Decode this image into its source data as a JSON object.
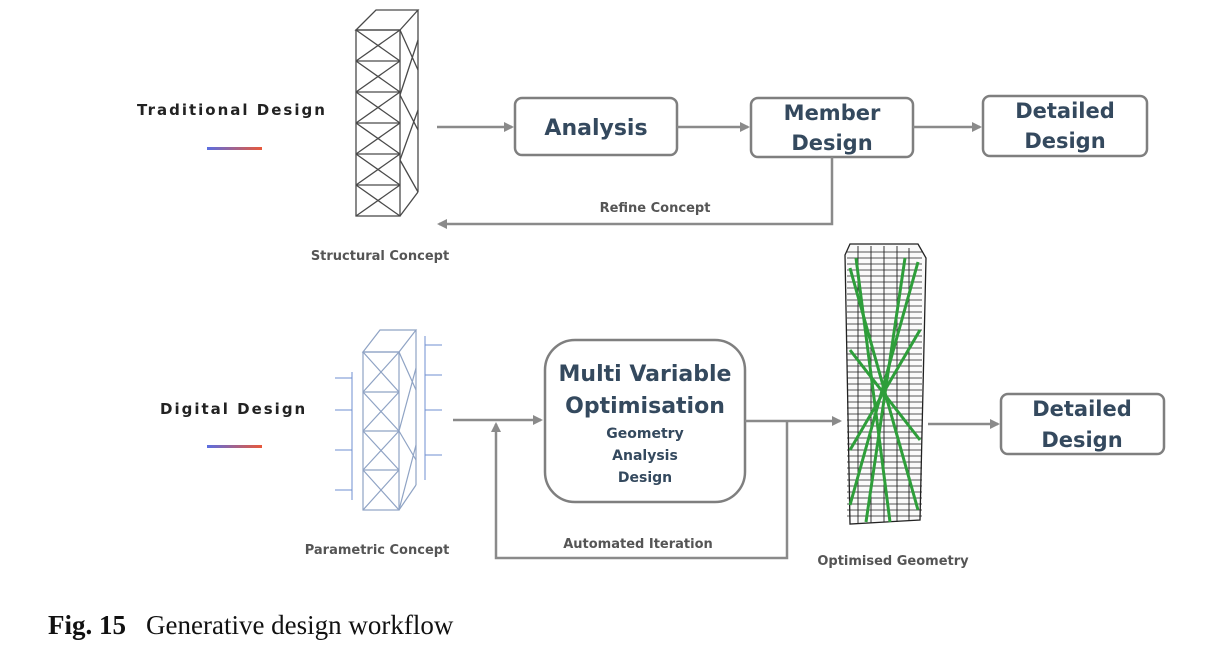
{
  "traditional": {
    "label": "Traditional Design",
    "concept_caption": "Structural Concept",
    "analysis": "Analysis",
    "member_line1": "Member",
    "member_line2": "Design",
    "detailed_line1": "Detailed",
    "detailed_line2": "Design",
    "feedback": "Refine Concept"
  },
  "digital": {
    "label": "Digital Design",
    "concept_caption": "Parametric Concept",
    "opt_line1": "Multi Variable",
    "opt_line2": "Optimisation",
    "opt_items": [
      "Geometry",
      "Analysis",
      "Design"
    ],
    "feedback": "Automated Iteration",
    "result_caption": "Optimised Geometry",
    "detailed_line1": "Detailed",
    "detailed_line2": "Design"
  },
  "figure": {
    "number": "Fig. 15",
    "title": "Generative design workflow"
  },
  "colors": {
    "box_text": "#34495e",
    "box_border": "#7f7f7f",
    "arrow": "#8a8a8a",
    "legend_start": "#5b6ee1",
    "legend_end": "#e8583a",
    "brace_green": "#2e9e3a",
    "frame": "#4a4a4a"
  }
}
